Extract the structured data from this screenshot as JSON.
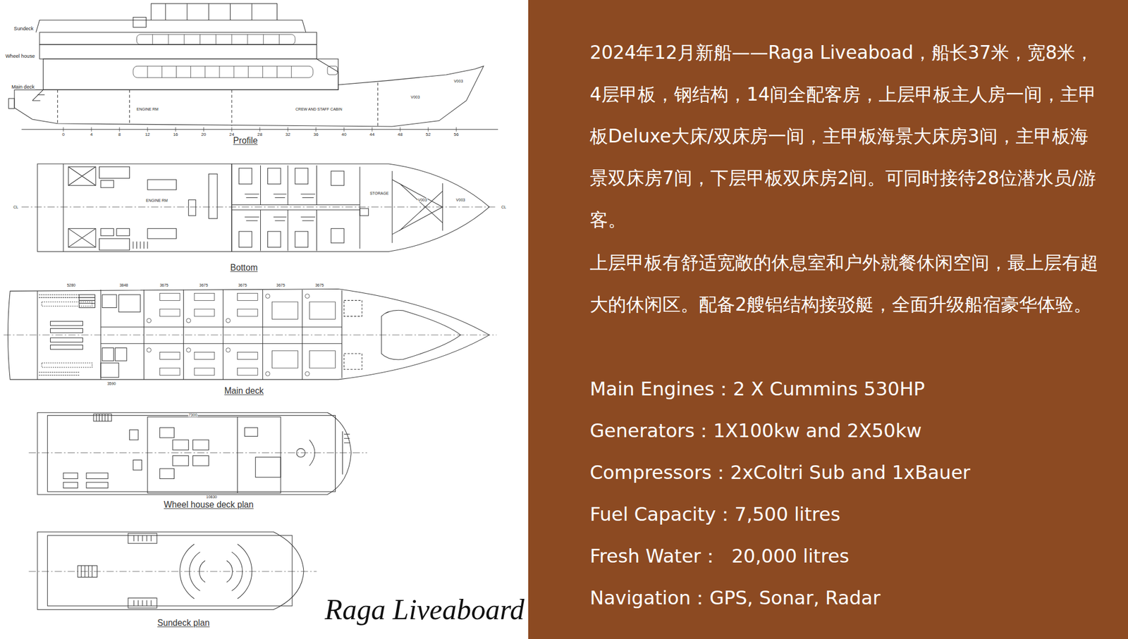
{
  "diagram": {
    "nodes": [
      {
        "text": [
          "2024年12月新船——Raga Liveaboad，船长37米，宽8米，4层甲板，钢结构，14间全配客房，上层甲板主人房一间，主甲板Deluxe大床/双床房一间，主甲板海景大床房3间，主甲板海景双床房7间，下层甲板双床房2间。可同时接待28位潜水员/游客。",
          "上层甲板有舒适宽敞的休息室和户外就餐休闲空间，最上层有超大的休闲区。配备2艘铝结构接驳艇，全面升级船宿豪华体验。",
          "Main Engines：2 X Cummins 530HP",
          "Generators：1X100kw and 2X50kw",
          "Compressors：2xColtri Sub and 1xBauer",
          "Fuel Capacity：7,500 litres",
          "Fresh Water：  20,000 litres",
          "Navigation：GPS, Sonar, Radar"
        ]
      }
    ],
    "labels": [
      "Sundeck",
      "Wheel house",
      "Main deck",
      "ENGINE RM",
      "CREW AND STAFF CABIN",
      "V003",
      "V003",
      "0",
      "4",
      "8",
      "12",
      "16",
      "20",
      "24",
      "28",
      "32",
      "36",
      "40",
      "44",
      "48",
      "52",
      "56",
      "Profile",
      "CL",
      "ENGINE RM",
      "STORAGE",
      "V003",
      "V003",
      "CL",
      "Bottom",
      "5280",
      "3848",
      "3675",
      "3675",
      "3675",
      "3675",
      "3675",
      "3590",
      "Main deck",
      "7300",
      "10830",
      "Wheel house deck plan",
      "Sundeck plan",
      "Raga Liveaboard"
    ]
  }
}
